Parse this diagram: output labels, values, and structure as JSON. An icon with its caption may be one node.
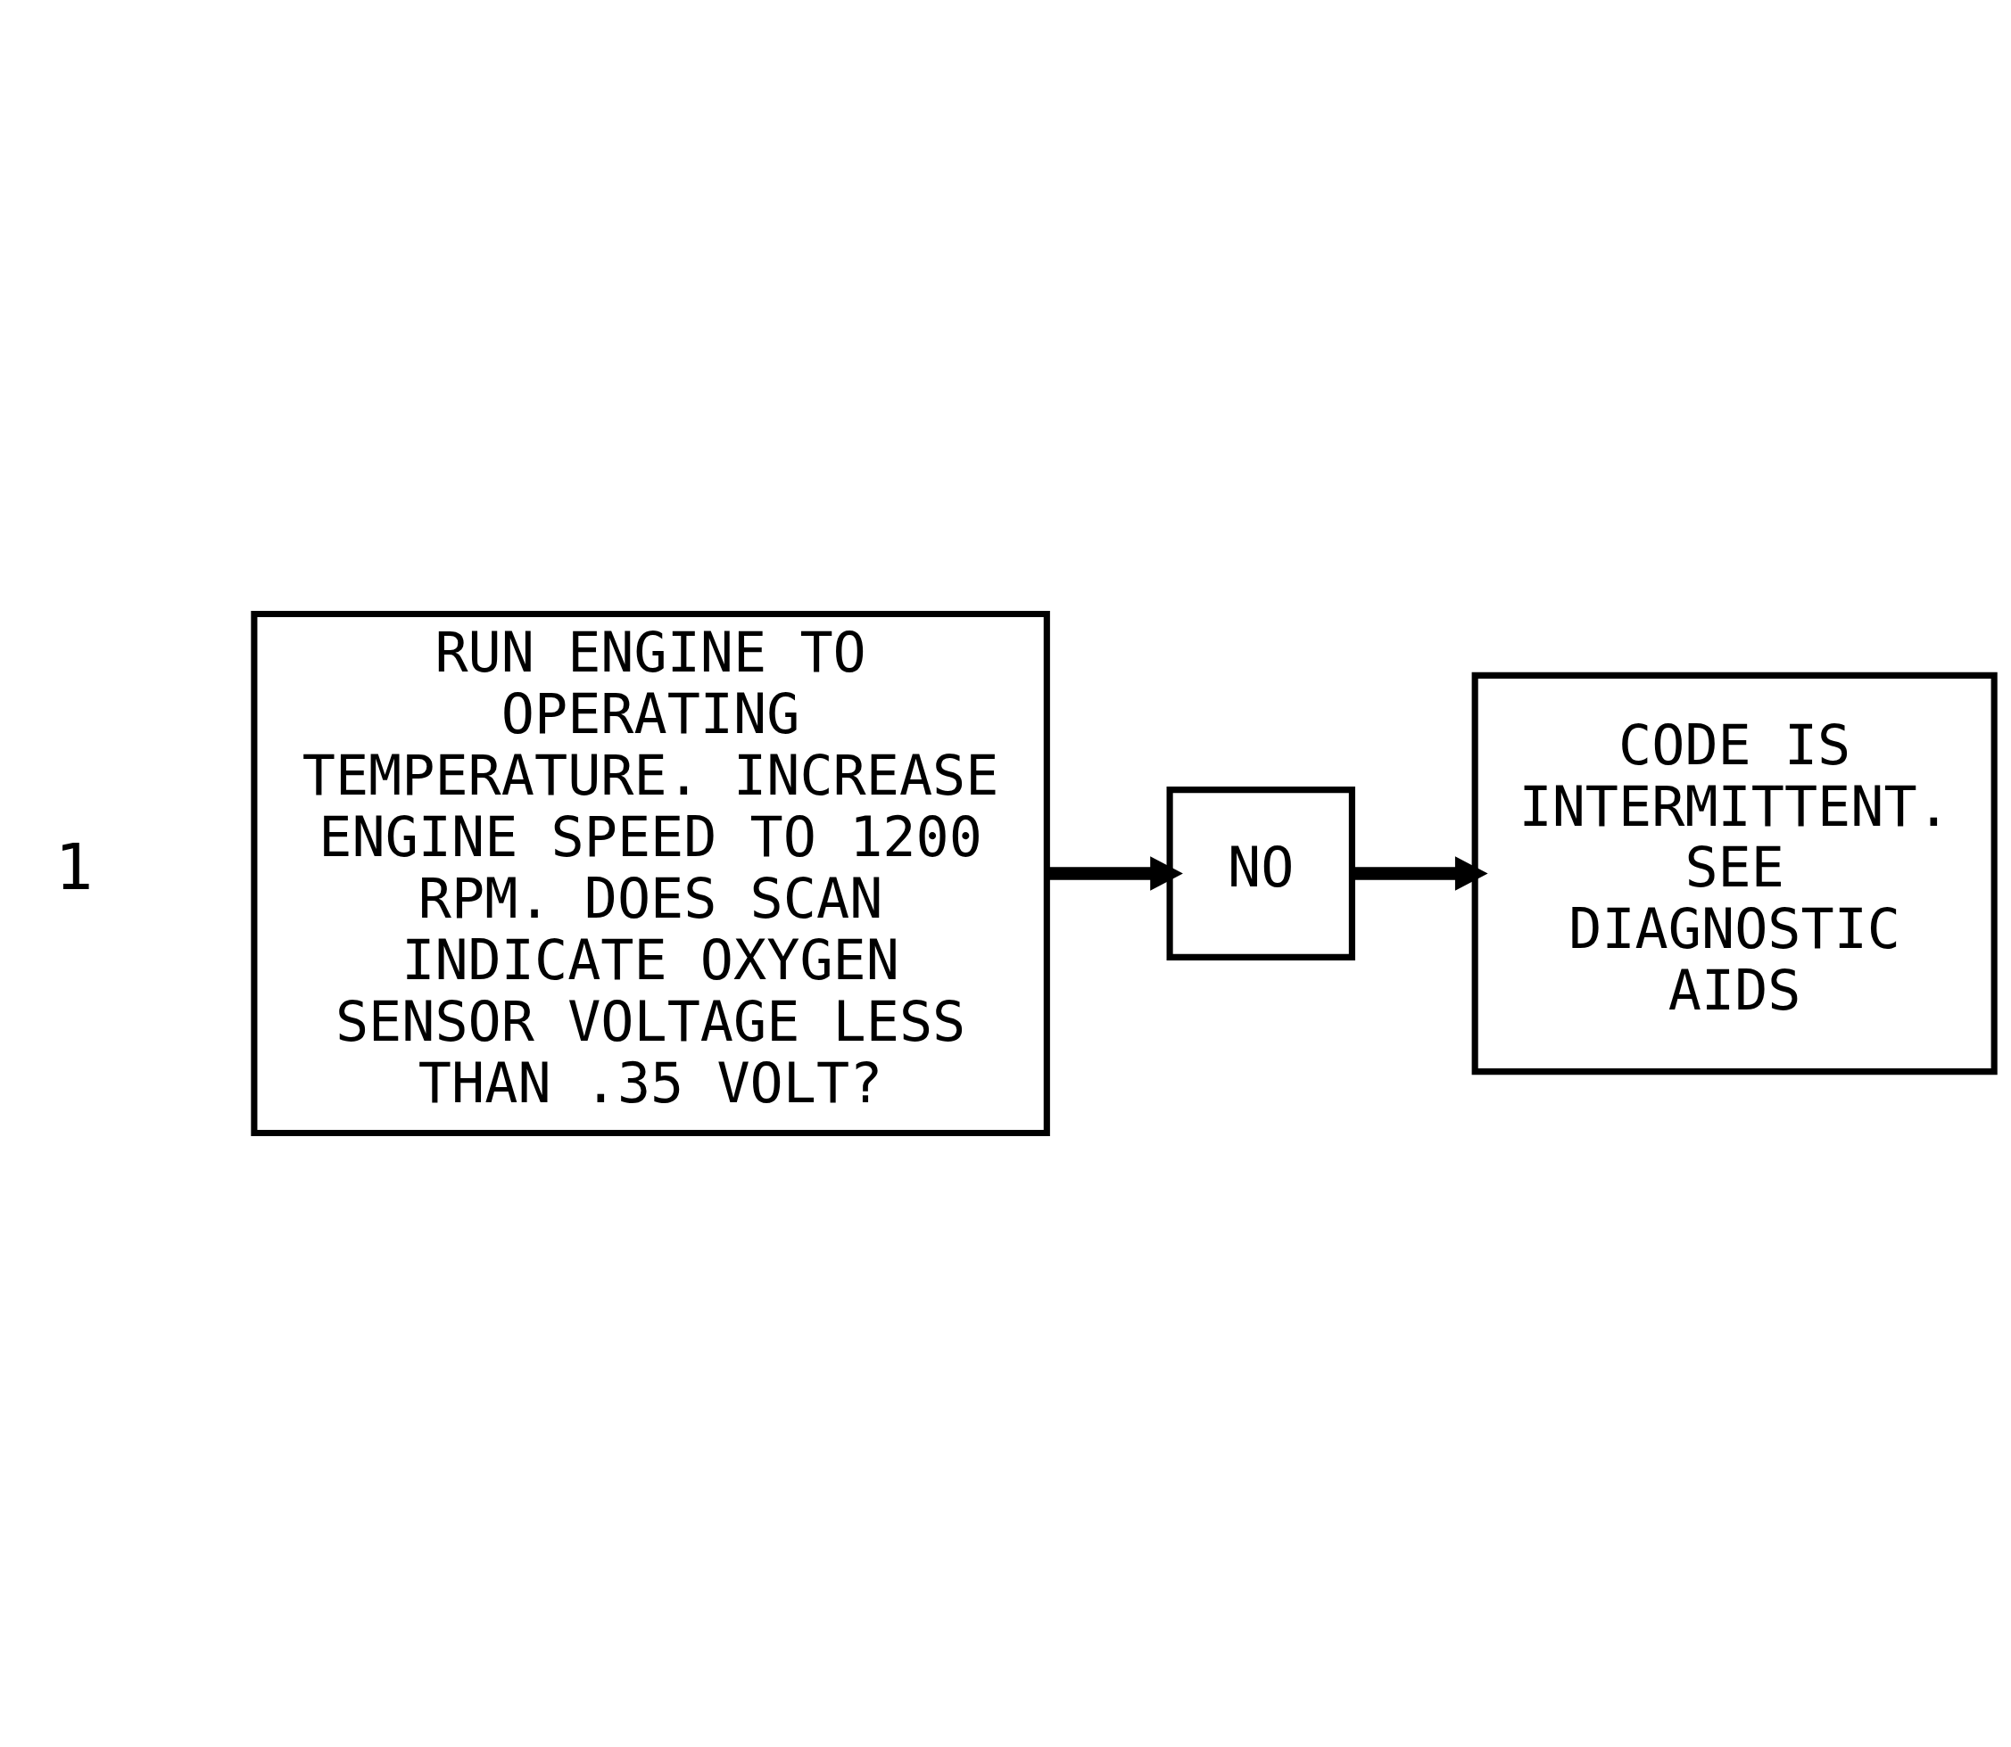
{
  "diagram": {
    "nodes": [
      {
        "text": [
          "RUN ENGINE TO OPERATING TEMPERATURE. INCREASE ENGINE SPEED TO 1200 RPM. DOES SCAN INDICATE OXYGEN SENSOR VOLTAGE LESS THAN .35 VOLT?"
        ],
        "beside": [
          "1"
        ]
      },
      {
        "text": [
          "NO"
        ]
      },
      {
        "text": [
          "CODE IS INTERMITTENT. SEE DIAGNOSTIC AIDS"
        ]
      }
    ],
    "edges": [
      {
        "from": 0,
        "to": 1,
        "arrow": "to"
      },
      {
        "from": 1,
        "to": 2,
        "arrow": "to"
      }
    ]
  }
}
